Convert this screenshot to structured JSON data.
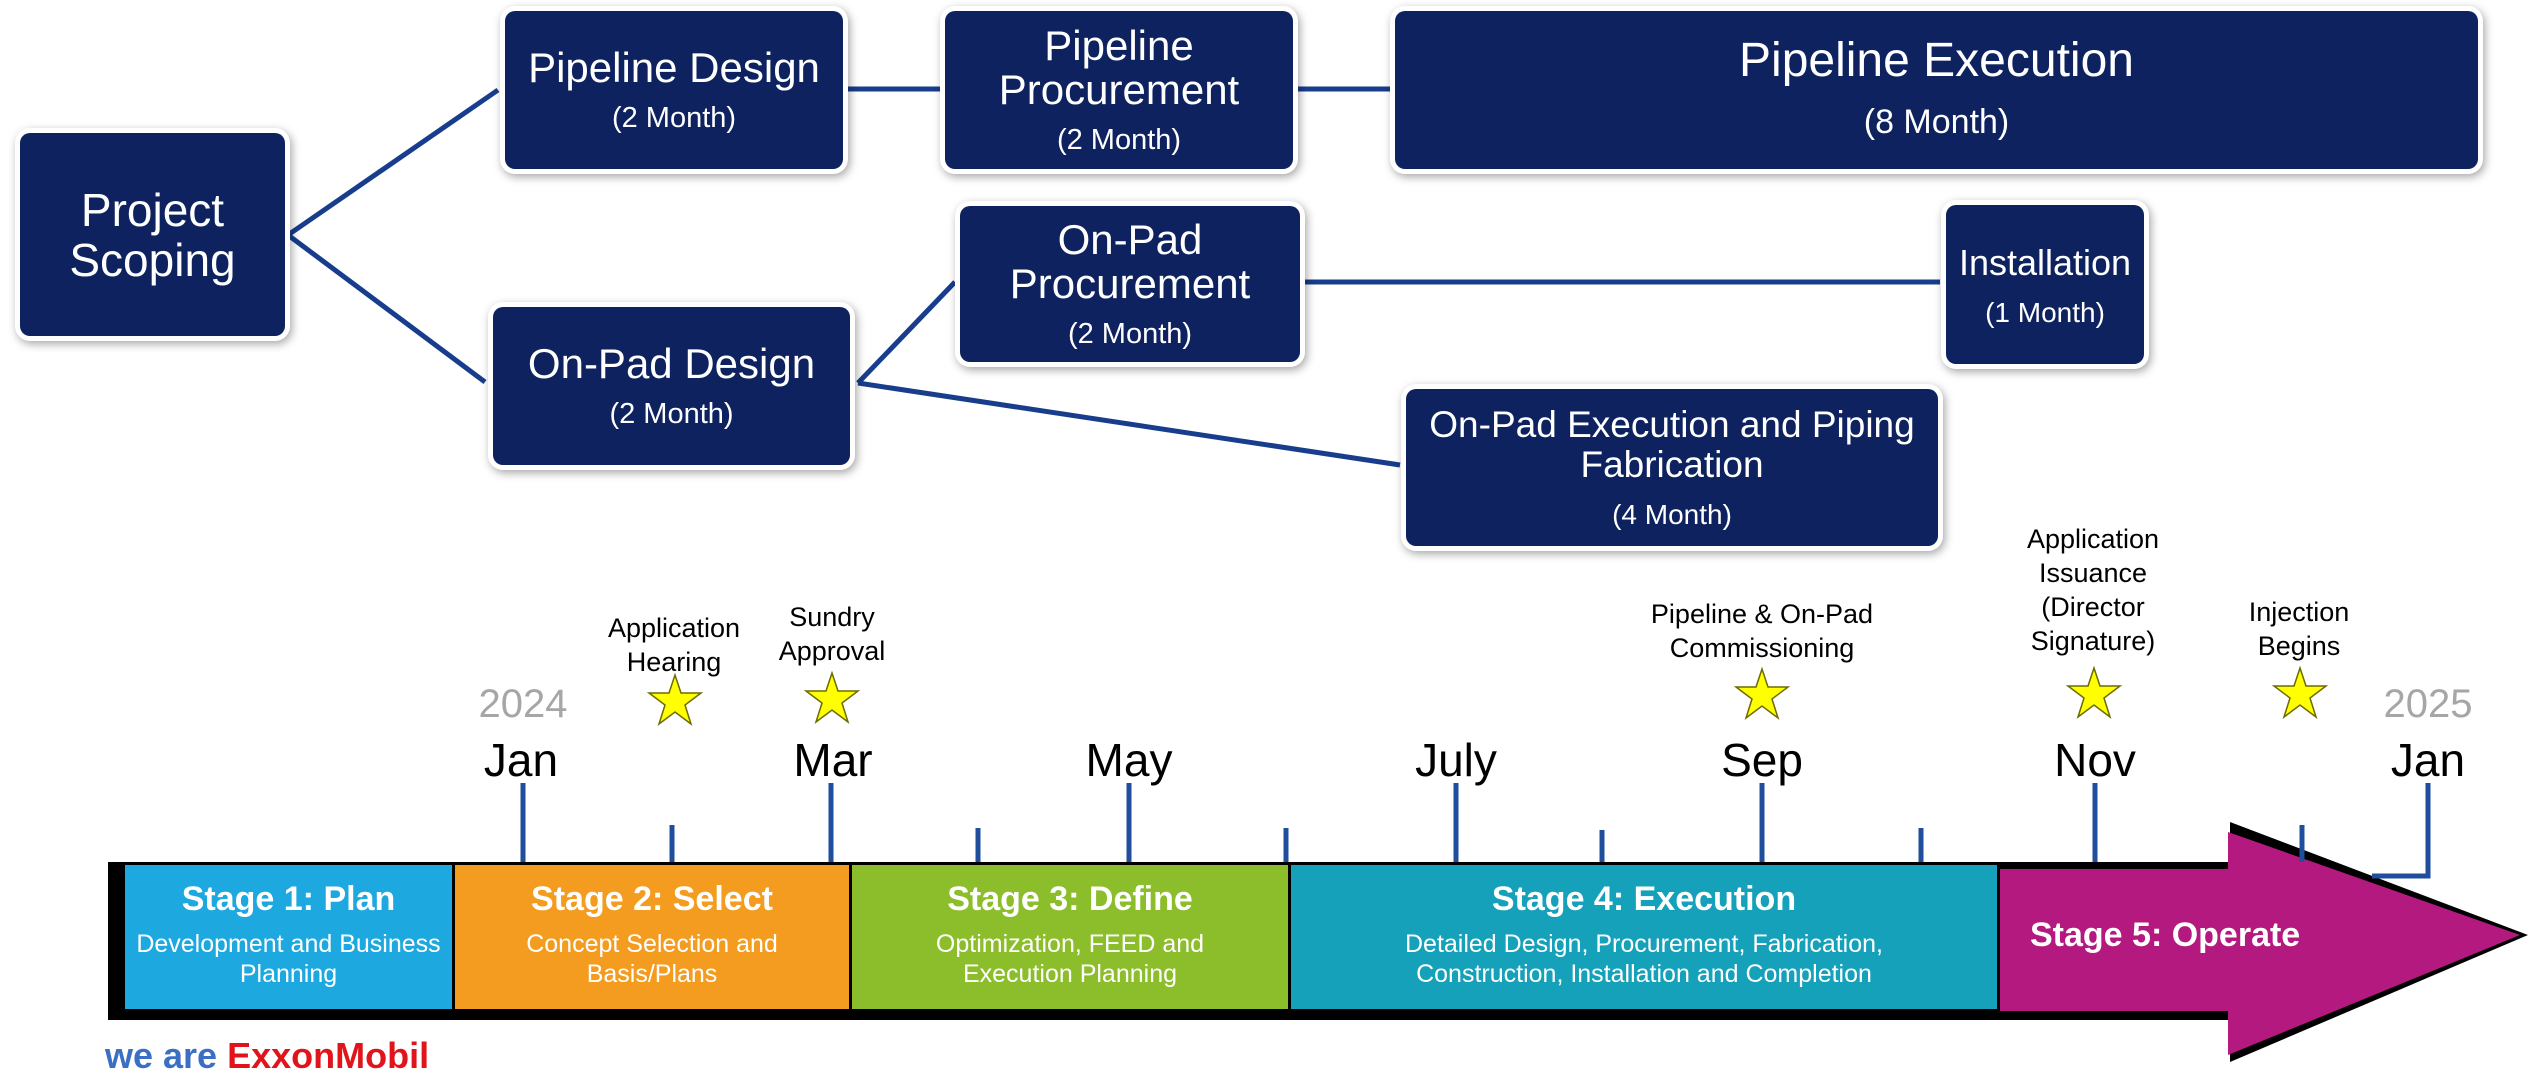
{
  "tasks": {
    "project_scoping": {
      "title": "Project Scoping"
    },
    "pipeline_design": {
      "title": "Pipeline Design",
      "duration": "(2 Month)"
    },
    "pipeline_procurement": {
      "title": "Pipeline Procurement",
      "duration": "(2 Month)"
    },
    "pipeline_execution": {
      "title": "Pipeline Execution",
      "duration": "(8 Month)"
    },
    "onpad_design": {
      "title": "On-Pad Design",
      "duration": "(2 Month)"
    },
    "onpad_procurement": {
      "title": "On-Pad Procurement",
      "duration": "(2 Month)"
    },
    "installation": {
      "title": "Installation",
      "duration": "(1 Month)"
    },
    "onpad_execution": {
      "title": "On-Pad Execution and Piping Fabrication",
      "duration": "(4 Month)"
    }
  },
  "milestones": [
    {
      "label": "Application Hearing"
    },
    {
      "label": "Sundry Approval"
    },
    {
      "label": "Pipeline & On-Pad Commissioning"
    },
    {
      "label": "Application Issuance (Director Signature)"
    },
    {
      "label": "Injection Begins"
    }
  ],
  "timeline": {
    "year_start": "2024",
    "year_end": "2025",
    "months": [
      "Jan",
      "Mar",
      "May",
      "July",
      "Sep",
      "Nov",
      "Jan"
    ]
  },
  "stages": [
    {
      "title": "Stage 1: Plan",
      "desc": "Development and Business Planning",
      "color": "#1ea8e0"
    },
    {
      "title": "Stage 2: Select",
      "desc": "Concept Selection and Basis/Plans",
      "color": "#f39c1f"
    },
    {
      "title": "Stage 3: Define",
      "desc": "Optimization, FEED and Execution Planning",
      "color": "#8cbd2b"
    },
    {
      "title": "Stage 4: Execution",
      "desc": "Detailed Design, Procurement, Fabrication, Construction, Installation and Completion",
      "color": "#15a1b9"
    },
    {
      "title": "Stage 5: Operate",
      "desc": "",
      "color": "#b3197e"
    }
  ],
  "footer": {
    "brand_prefix": "we are",
    "brand_name": "ExxonMobil"
  },
  "colors": {
    "task_box": "#0e2260",
    "connector": "#173d8c",
    "star": "#ffff00",
    "arrow_outline": "#000000"
  }
}
